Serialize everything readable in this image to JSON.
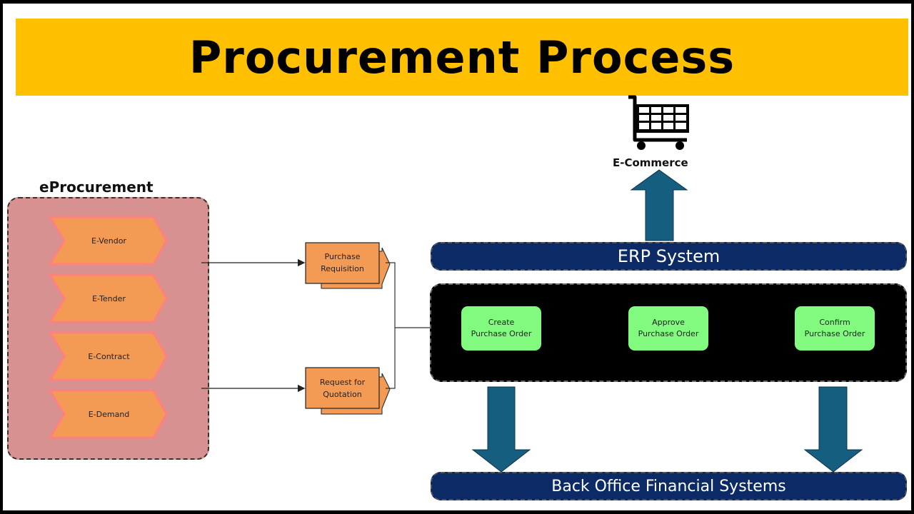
{
  "title": "Procurement Process",
  "colors": {
    "title_bg": "#fec000",
    "eprocurement_bg": "#d79190",
    "chevron_fill": "#f39b55",
    "chevron_stroke": "#ff8080",
    "request_box_fill": "#f39b55",
    "band_fill": "#0b2a66",
    "arrow_fill": "#165e80",
    "po_box_fill": "#82fa80"
  },
  "eprocurement": {
    "label": "eProcurement",
    "items": [
      {
        "label": "E-Vendor"
      },
      {
        "label": "E-Tender"
      },
      {
        "label": "E-Contract"
      },
      {
        "label": "E-Demand"
      }
    ]
  },
  "requests": [
    {
      "line1": "Purchase",
      "line2": "Requisition"
    },
    {
      "line1": "Request for",
      "line2": "Quotation"
    }
  ],
  "ecommerce": {
    "label": "E-Commerce",
    "icon": "shopping-cart-icon"
  },
  "erp": {
    "label": "ERP System",
    "steps": [
      {
        "line1": "Create",
        "line2": "Purchase Order"
      },
      {
        "line1": "Approve",
        "line2": "Purchase Order"
      },
      {
        "line1": "Confirm",
        "line2": "Purchase Order"
      }
    ]
  },
  "back_office": {
    "label": "Back Office Financial Systems"
  }
}
